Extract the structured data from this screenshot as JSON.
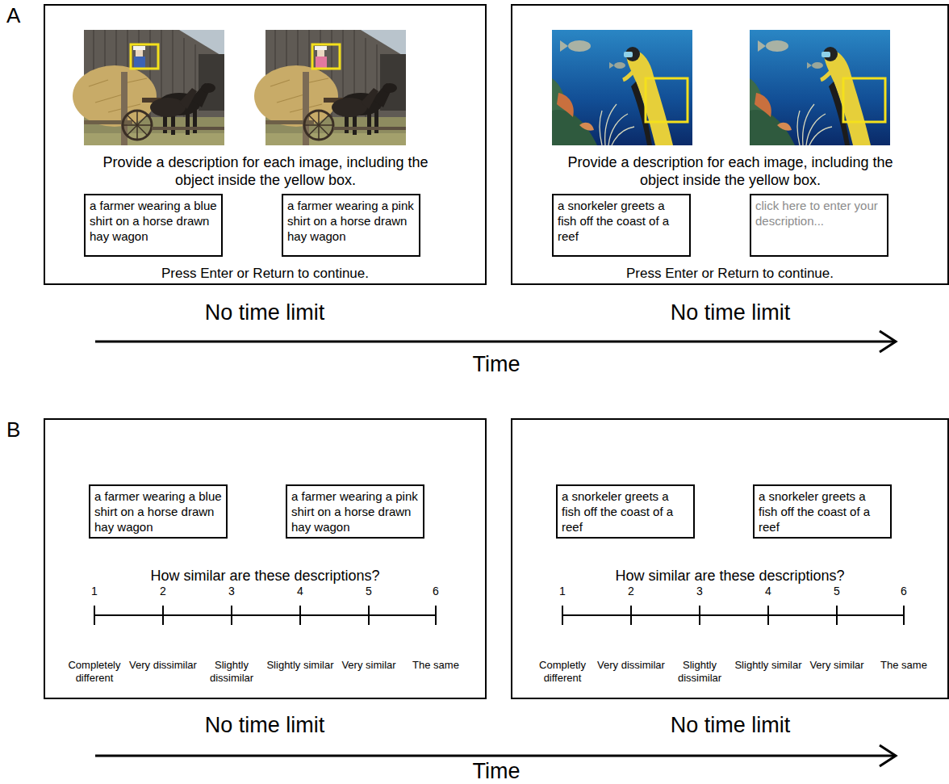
{
  "diagram": {
    "nodes": [
      {
        "text": [
          "Provide a description for each image, including the object inside the yellow box.",
          "Press Enter or Return to continue."
        ]
      },
      {
        "text": [
          "a farmer wearing a blue shirt on a horse drawn hay wagon"
        ],
        "in": 0
      },
      {
        "text": [
          "a farmer wearing a pink shirt on a horse drawn hay wagon"
        ],
        "in": 0
      },
      {
        "text": [
          "Provide a description for each image, including the object inside the yellow box.",
          "Press Enter or Return to continue."
        ]
      },
      {
        "text": [
          "a snorkeler greets a fish off the coast of a reef"
        ],
        "in": 3
      },
      {
        "text": [
          "click here to enter your description..."
        ],
        "in": 3
      },
      {
        "text": [
          "How similar are these descriptions?",
          "1",
          "2",
          "3",
          "4",
          "5",
          "6",
          "Completely different",
          "Very dissimilar",
          "Slightly dissimilar",
          "Slightly similar",
          "Very similar",
          "The same"
        ]
      },
      {
        "text": [
          "a farmer wearing a blue shirt on a horse drawn hay wagon"
        ],
        "in": 6
      },
      {
        "text": [
          "a farmer wearing a pink shirt on a horse drawn hay wagon"
        ],
        "in": 6
      },
      {
        "text": [
          "How similar are these descriptions?",
          "1",
          "2",
          "3",
          "4",
          "5",
          "6",
          "Completly different",
          "Very dissimilar",
          "Slightly dissimilar",
          "Slightly similar",
          "Very similar",
          "The same"
        ]
      },
      {
        "text": [
          "a snorkeler greets a fish off the coast of a reef"
        ],
        "in": 9
      },
      {
        "text": [
          "a snorkeler greets a fish off the coast of a reef"
        ],
        "in": 9
      }
    ],
    "labels": [
      "A",
      "No time limit",
      "No time limit",
      "Time",
      "B",
      "No time limit",
      "No time limit",
      "Time"
    ]
  }
}
